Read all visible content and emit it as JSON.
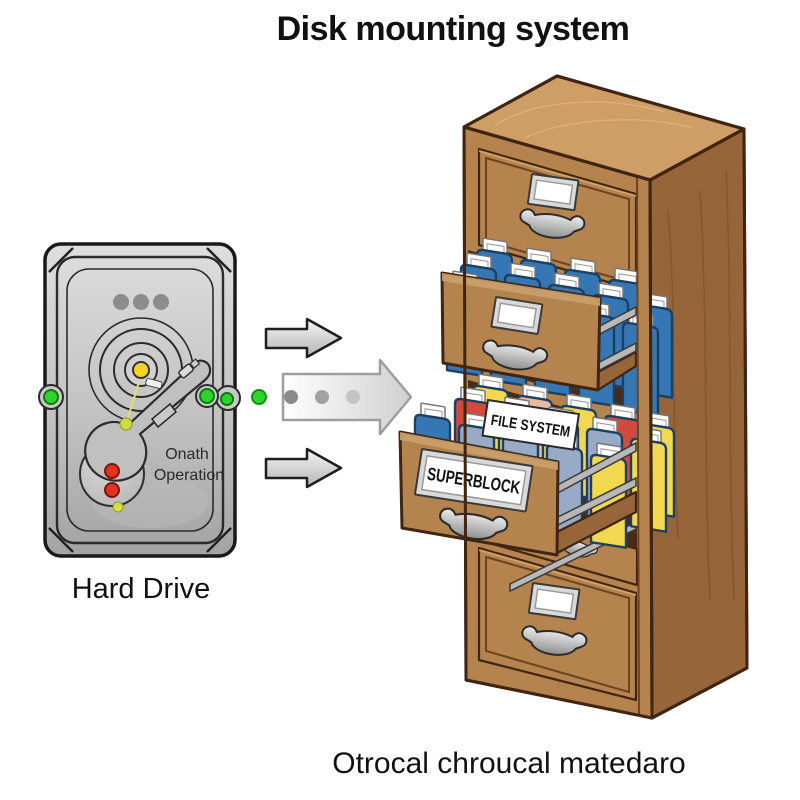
{
  "title": "Disk mounting system",
  "hard_drive": {
    "label": "Hard Drive",
    "annotation_line1": "Onath",
    "annotation_line2": "Operation"
  },
  "cabinet": {
    "file_tab_label": "FILE SYSTEM",
    "open_drawer_label": "SUPERBLOCK"
  },
  "caption": "Otrocal chroucal matedaro",
  "colors": {
    "wood_front": "#b5834e",
    "wood_top": "#cf9d66",
    "wood_side": "#96653a",
    "wood_dark_outline": "#3f2512",
    "wood_groove": "#6e4320",
    "opening_dark": "#4a2c12",
    "folder_blue": "#3577b4",
    "folder_yellow": "#f2d84f",
    "folder_steel": "#98abc6",
    "folder_red": "#d04a3e",
    "folder_salmon": "#e9b9a0",
    "folder_outline": "#1c3f63",
    "paper_white": "#ffffff",
    "metal_rail": "#b8b8b8",
    "green_dot": "#2ed32e",
    "red_dot": "#e23222",
    "spindle_yellow": "#f2d327",
    "text_black": "#111111"
  }
}
